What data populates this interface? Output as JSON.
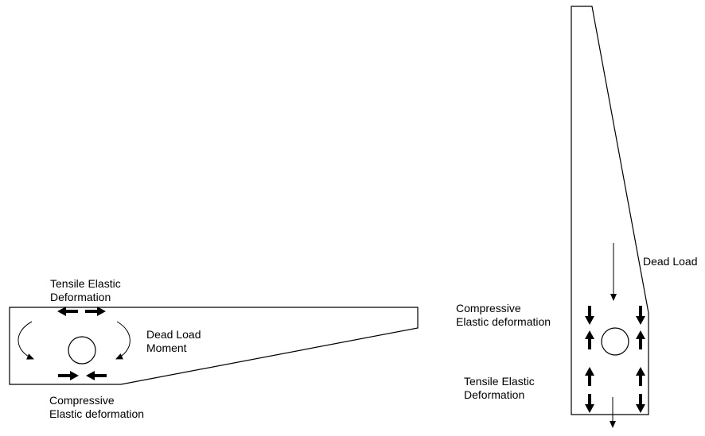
{
  "left_figure": {
    "labels": {
      "tensile_line1": "Tensile Elastic",
      "tensile_line2": "Deformation",
      "moment_line1": "Dead Load",
      "moment_line2": "Moment",
      "compressive_line1": "Compressive",
      "compressive_line2": "Elastic deformation"
    }
  },
  "right_figure": {
    "labels": {
      "dead_load": "Dead Load",
      "compressive_line1": "Compressive",
      "compressive_line2": "Elastic deformation",
      "tensile_line1": "Tensile Elastic",
      "tensile_line2": "Deformation"
    }
  },
  "colors": {
    "stroke": "#000000",
    "background": "#ffffff"
  }
}
